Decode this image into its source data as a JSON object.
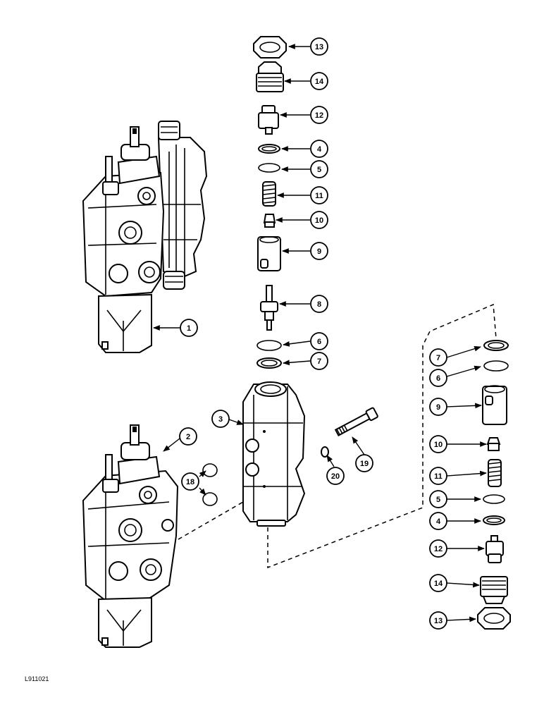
{
  "figure_code": "L911021",
  "callouts": {
    "c1": "1",
    "c2": "2",
    "c3": "3",
    "c13a": "13",
    "c14a": "14",
    "c12a": "12",
    "c4a": "4",
    "c5a": "5",
    "c11a": "11",
    "c10a": "10",
    "c9a": "9",
    "c8": "8",
    "c6a": "6",
    "c7a": "7",
    "c18": "18",
    "c19": "19",
    "c20": "20",
    "c7b": "7",
    "c6b": "6",
    "c9b": "9",
    "c10b": "10",
    "c11b": "11",
    "c5b": "5",
    "c4b": "4",
    "c12b": "12",
    "c14b": "14",
    "c13b": "13"
  }
}
